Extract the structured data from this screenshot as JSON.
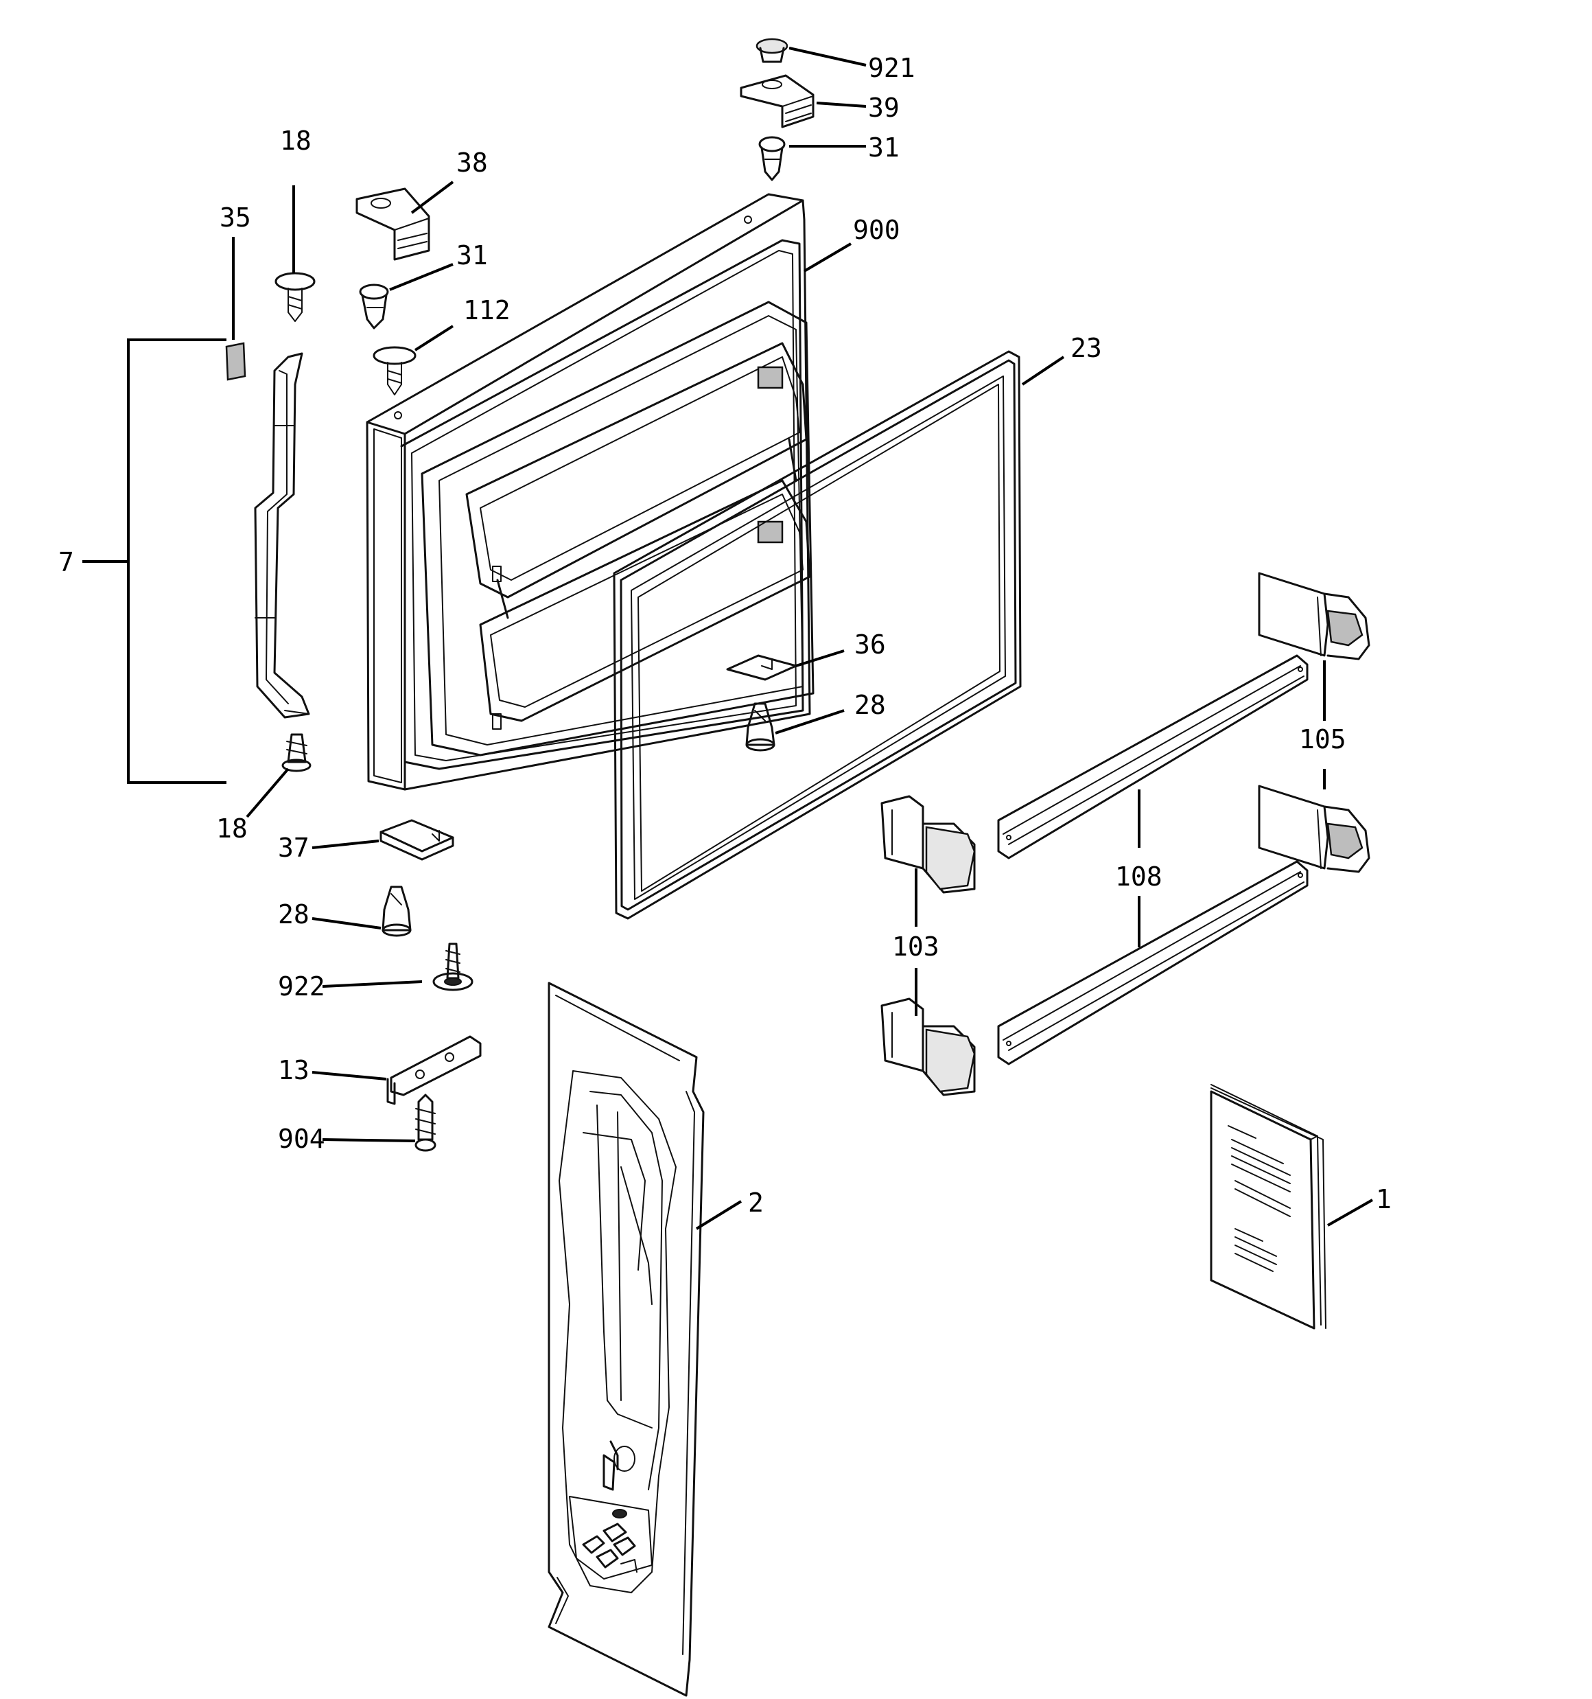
{
  "callouts": {
    "c921": "921",
    "c39": "39",
    "c31_top": "31",
    "c900": "900",
    "c18_top": "18",
    "c38": "38",
    "c31_mid": "31",
    "c35": "35",
    "c112": "112",
    "c23": "23",
    "c7": "7",
    "c36": "36",
    "c28_mid": "28",
    "c105": "105",
    "c18_bot": "18",
    "c37": "37",
    "c108": "108",
    "c28_bot": "28",
    "c103": "103",
    "c922": "922",
    "c13": "13",
    "c904": "904",
    "c2": "2",
    "c1": "1"
  },
  "colors": {
    "line": "#111111",
    "shade": "#bdbdbd",
    "background": "#ffffff"
  }
}
